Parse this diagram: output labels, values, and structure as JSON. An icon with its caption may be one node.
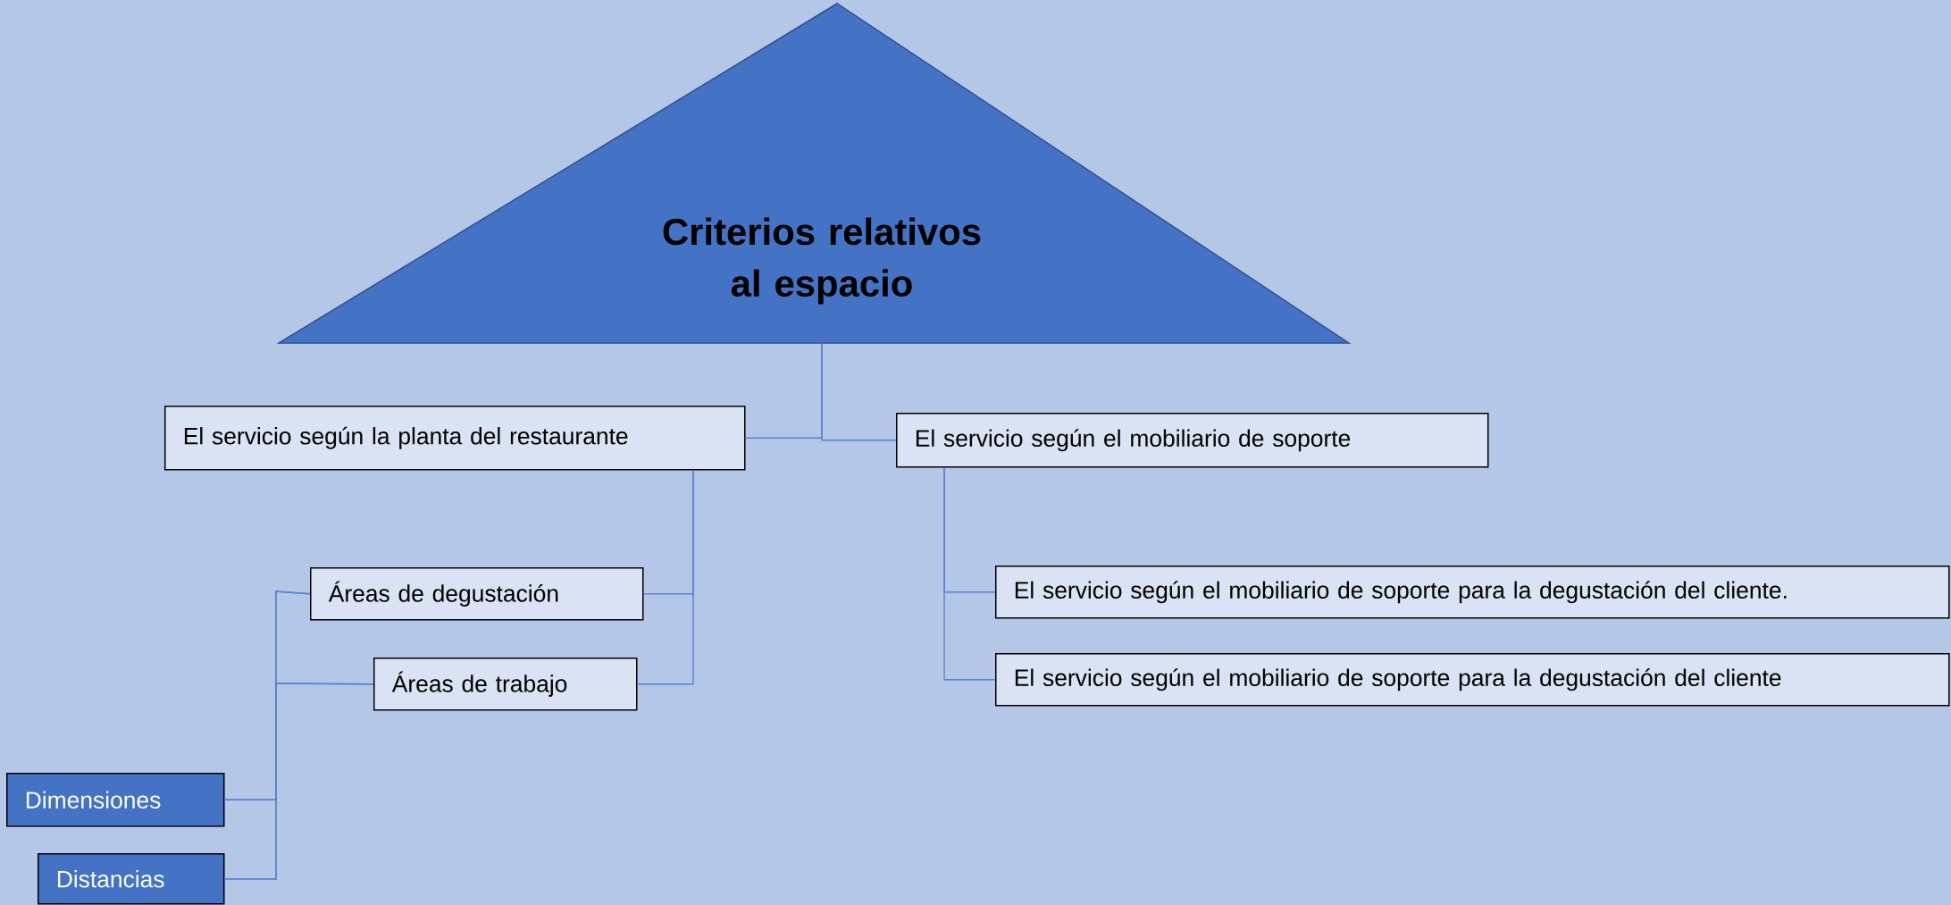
{
  "diagram": {
    "nodes": [
      {
        "text": [
          "Criterios relativos al espacio"
        ]
      },
      {
        "text": [
          "El servicio según la planta del restaurante"
        ]
      },
      {
        "text": [
          "El servicio según el mobiliario de soporte"
        ]
      },
      {
        "text": [
          "Áreas de degustación"
        ]
      },
      {
        "text": [
          "Áreas de trabajo"
        ]
      },
      {
        "text": [
          "El servicio según el mobiliario de soporte para la degustación del cliente."
        ]
      },
      {
        "text": [
          "El servicio según el mobiliario de soporte para la degustación del cliente"
        ]
      },
      {
        "text": [
          "Dimensiones"
        ]
      },
      {
        "text": [
          "Distancias"
        ]
      }
    ],
    "edges": [
      {
        "from": 0,
        "to": 1,
        "arrow": "none"
      },
      {
        "from": 0,
        "to": 2,
        "arrow": "none"
      },
      {
        "from": 1,
        "to": 3,
        "arrow": "none"
      },
      {
        "from": 1,
        "to": 4,
        "arrow": "none"
      },
      {
        "from": 2,
        "to": 5,
        "arrow": "none"
      },
      {
        "from": 2,
        "to": 6,
        "arrow": "none"
      },
      {
        "from": 3,
        "to": 7,
        "arrow": "none"
      },
      {
        "from": 3,
        "to": 8,
        "arrow": "none"
      },
      {
        "from": 4,
        "to": 7,
        "arrow": "none"
      },
      {
        "from": 4,
        "to": 8,
        "arrow": "none"
      }
    ]
  }
}
